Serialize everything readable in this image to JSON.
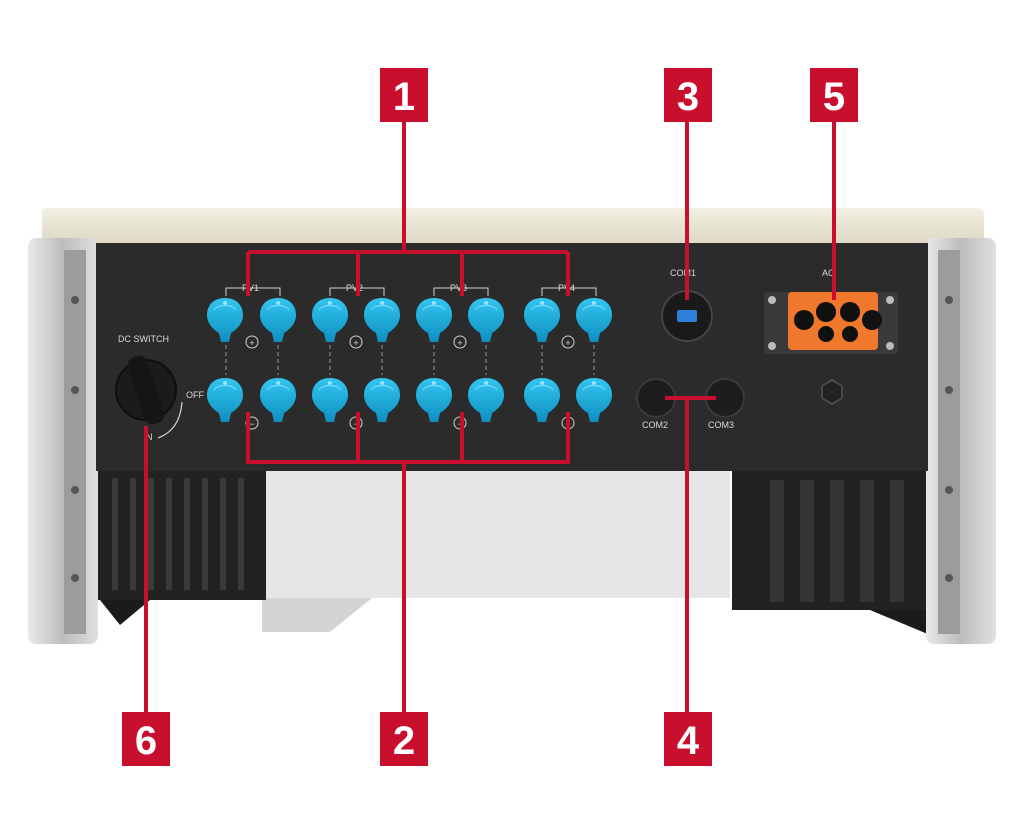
{
  "panel": {
    "dc_switch_label": "DC SWITCH",
    "switch_off": "OFF",
    "switch_on": "N",
    "pv_labels": [
      "PV1",
      "PV2",
      "PV3",
      "PV4"
    ],
    "plus_symbol": "+",
    "minus_symbol": "−",
    "com1_label": "COM1",
    "com2_label": "COM2",
    "com3_label": "COM3",
    "ac_label": "AC"
  },
  "callouts": [
    "1",
    "2",
    "3",
    "4",
    "5",
    "6"
  ],
  "colors": {
    "callout_red": "#c8102e",
    "panel_dark": "#2b2b2b",
    "connector_blue": "#12a9d8",
    "ac_orange": "#f0782c",
    "top_cover": "#ece8d8"
  }
}
